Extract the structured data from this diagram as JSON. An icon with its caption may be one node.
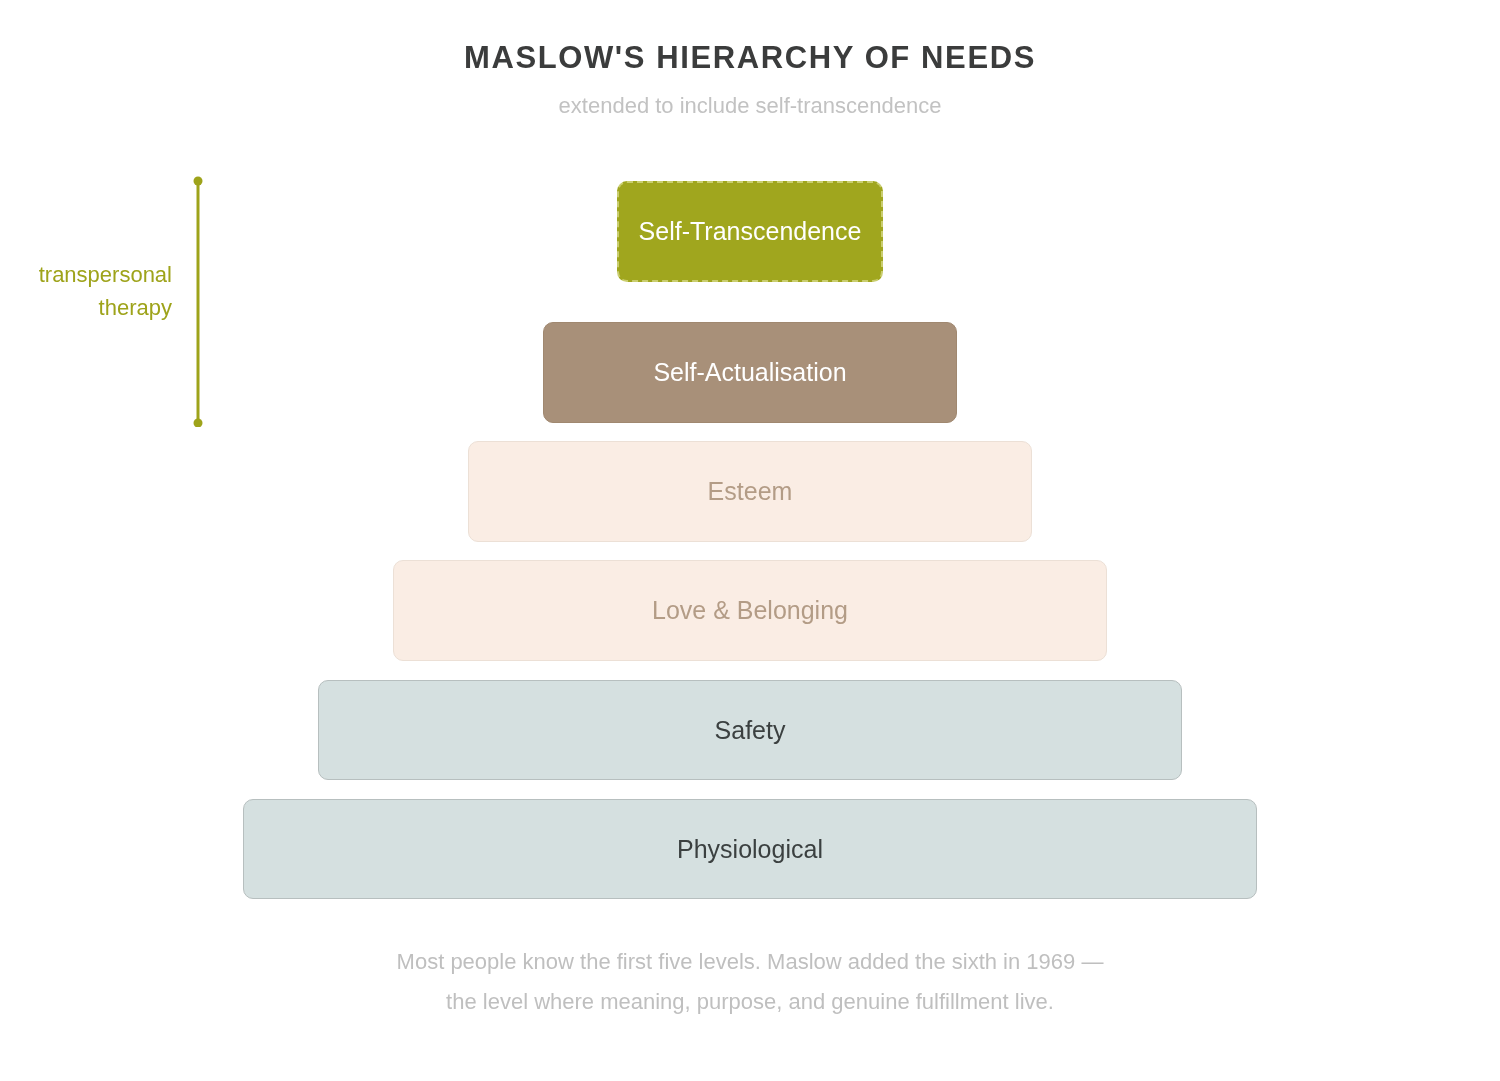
{
  "diagram": {
    "title": "MASLOW'S HIERARCHY OF NEEDS",
    "caption": "Most people know the first five levels. Maslow added the sixth in 1969 — the level where meaning, purpose, and genuine fulfillment live.",
    "nodes": [
      {
        "text": [
          "Self-Transcendence"
        ]
      },
      {
        "text": [
          "Self-Actualisation"
        ]
      },
      {
        "text": [
          "Esteem"
        ]
      },
      {
        "text": [
          "Love & Belonging"
        ]
      },
      {
        "text": [
          "Safety"
        ]
      },
      {
        "text": [
          "Physiological"
        ]
      }
    ],
    "labels": [
      "extended to include self-transcendence",
      "transpersonal therapy"
    ]
  }
}
